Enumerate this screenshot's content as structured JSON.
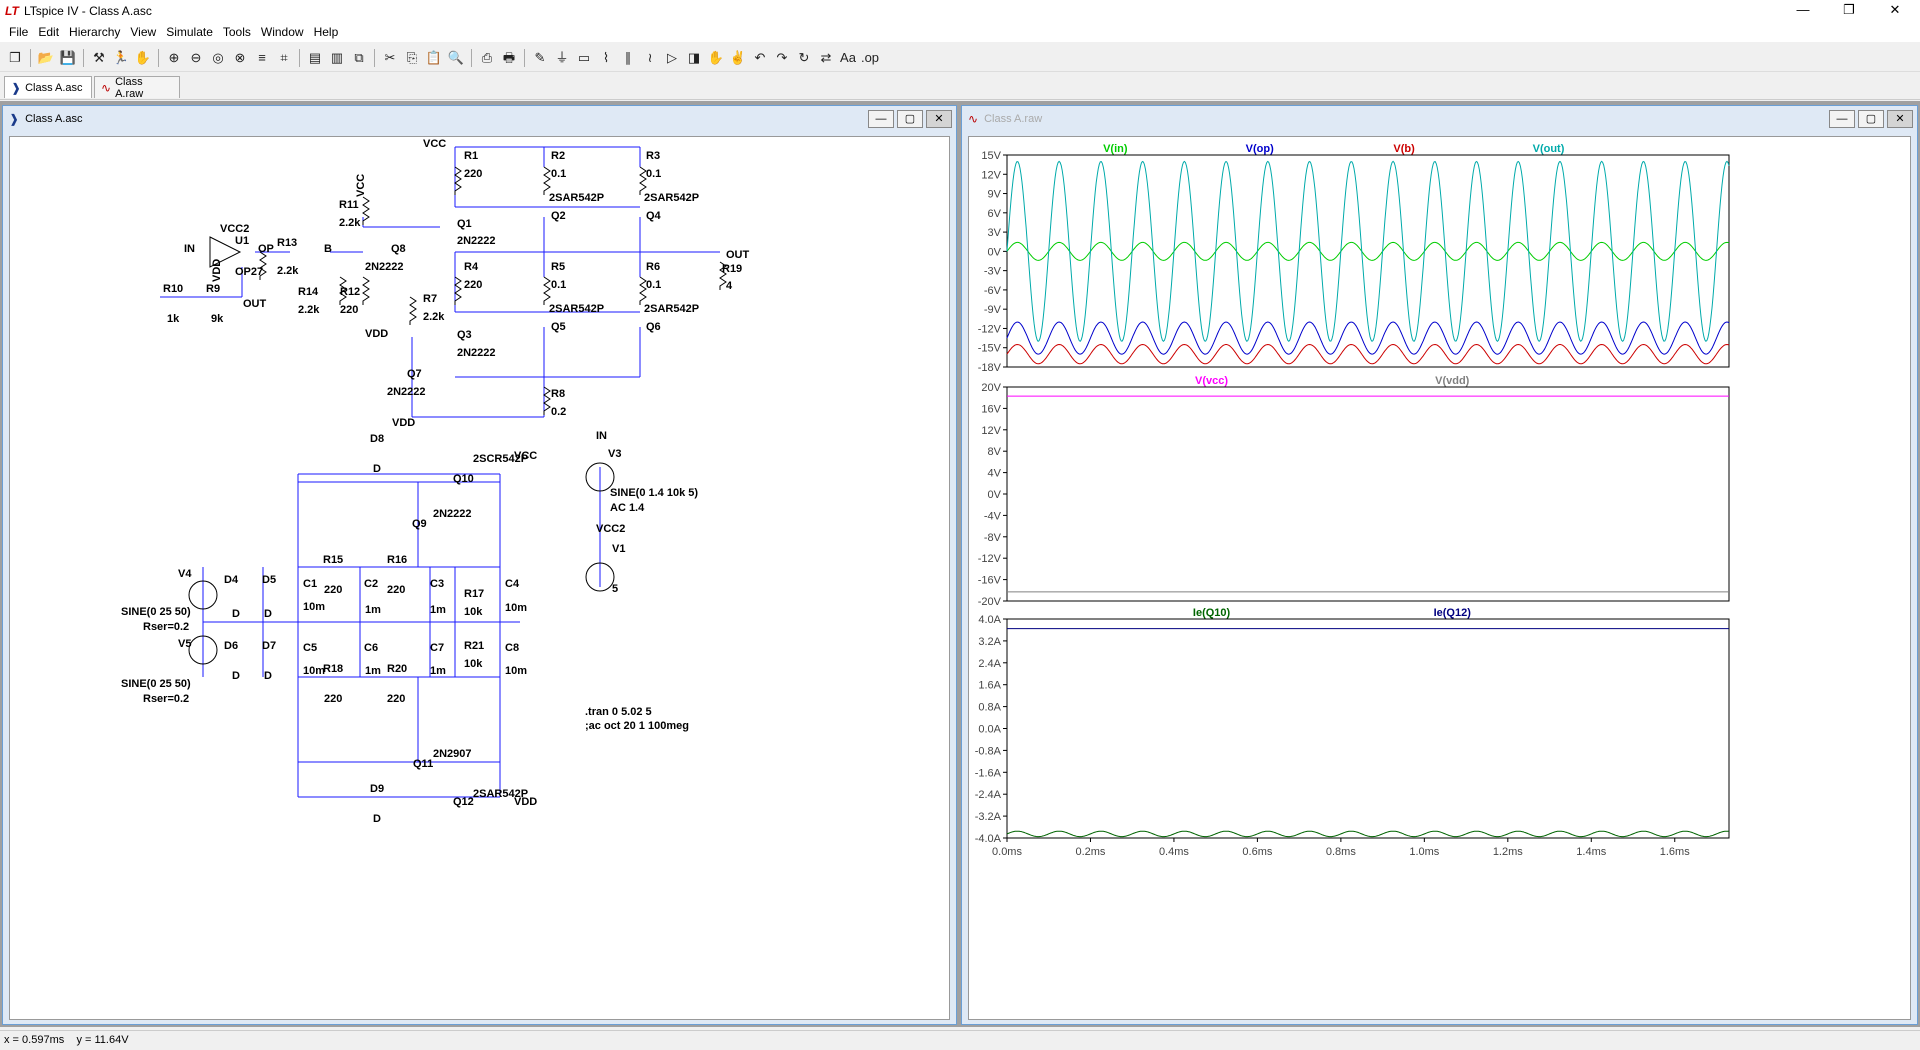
{
  "app": {
    "title": "LTspice IV - Class A.asc"
  },
  "menu": [
    "File",
    "Edit",
    "Hierarchy",
    "View",
    "Simulate",
    "Tools",
    "Window",
    "Help"
  ],
  "toolbar_icons": [
    "new-schematic-icon",
    "open-icon",
    "save-icon",
    "control-panel-icon",
    "run-icon",
    "halt-icon",
    "zoom-in-icon",
    "zoom-out-icon",
    "zoom-fit-icon",
    "zoom-cancel-icon",
    "autorange-icon",
    "grid-icon",
    "tile-horizontal-icon",
    "tile-vertical-icon",
    "cascade-icon",
    "cut-icon",
    "copy-icon",
    "paste-icon",
    "find-icon",
    "print-preview-icon",
    "print-icon",
    "wire-icon",
    "ground-icon",
    "label-icon",
    "resistor-icon",
    "capacitor-icon",
    "inductor-icon",
    "diode-icon",
    "component-icon",
    "move-icon",
    "drag-icon",
    "undo-icon",
    "redo-icon",
    "rotate-icon",
    "mirror-icon",
    "text-icon",
    "spice-directive-icon"
  ],
  "tabs": [
    {
      "label": "Class A.asc",
      "icon": "schematic-icon"
    },
    {
      "label": "Class A.raw",
      "icon": "waveform-icon"
    }
  ],
  "schematic_window": {
    "title": "Class A.asc"
  },
  "waveform_window": {
    "title": "Class A.raw"
  },
  "schematic": {
    "labels": [
      "VCC",
      "R1",
      "220",
      "R2",
      "0.1",
      "R3",
      "0.1",
      "2SAR542P",
      "Q2",
      "2SAR542P",
      "Q4",
      "Q1",
      "2N2222",
      "R4",
      "220",
      "R5",
      "0.1",
      "R6",
      "0.1",
      "OUT",
      "R19",
      "4",
      "2SAR542P",
      "Q5",
      "2SAR542P",
      "Q6",
      "R7",
      "2.2k",
      "Q3",
      "2N2222",
      "Q7",
      "2N2222",
      "VDD",
      "R8",
      "0.2",
      "VCC",
      "R11",
      "2.2k",
      "Q8",
      "2N2222",
      "R14",
      "2.2k",
      "R12",
      "220",
      "VDD",
      "B",
      "R13",
      "2.2k",
      "OP",
      "VCC2",
      "U1",
      "IN",
      "OP27",
      "VDD",
      "R10",
      "1k",
      "R9",
      "9k",
      "OUT",
      "VCC",
      "D8",
      "D",
      "Q10",
      "2SCR542P",
      "Q9",
      "2N2222",
      "V3",
      "IN",
      "SINE(0 1.4 10k 5)",
      "AC 1.4",
      "VCC2",
      "V1",
      "5",
      "V4",
      "SINE(0 25 50)",
      "Rser=0.2",
      "V5",
      "SINE(0 25 50)",
      "Rser=0.2",
      "D4",
      "D5",
      "D",
      "D",
      "D6",
      "D7",
      "D",
      "D",
      "C1",
      "10m",
      "R15",
      "220",
      "C2",
      "1m",
      "R16",
      "220",
      "C3",
      "1m",
      "R17",
      "10k",
      "C4",
      "10m",
      "C5",
      "10m",
      "R18",
      "220",
      "C6",
      "1m",
      "R20",
      "220",
      "C7",
      "1m",
      "R21",
      "10k",
      "C8",
      "10m",
      "Q11",
      "2N2907",
      "Q12",
      "2SAR542P",
      "D9",
      "D",
      "VDD",
      ".tran 0 5.02 5",
      ";ac oct 20 1 100meg"
    ]
  },
  "waveforms": {
    "pane1": {
      "traces": [
        {
          "name": "V(in)",
          "color": "#00cc00"
        },
        {
          "name": "V(op)",
          "color": "#0000cc"
        },
        {
          "name": "V(b)",
          "color": "#cc0000"
        },
        {
          "name": "V(out)",
          "color": "#00aaaa"
        }
      ],
      "yticks": [
        "15V",
        "12V",
        "9V",
        "6V",
        "3V",
        "0V",
        "-3V",
        "-6V",
        "-9V",
        "-12V",
        "-15V",
        "-18V"
      ]
    },
    "pane2": {
      "traces": [
        {
          "name": "V(vcc)",
          "color": "#ff00ff"
        },
        {
          "name": "V(vdd)",
          "color": "#808080"
        }
      ],
      "yticks": [
        "20V",
        "16V",
        "12V",
        "8V",
        "4V",
        "0V",
        "-4V",
        "-8V",
        "-12V",
        "-16V",
        "-20V"
      ]
    },
    "pane3": {
      "traces": [
        {
          "name": "Ie(Q10)",
          "color": "#006400"
        },
        {
          "name": "Ie(Q12)",
          "color": "#000080"
        }
      ],
      "yticks": [
        "4.0A",
        "3.2A",
        "2.4A",
        "1.6A",
        "0.8A",
        "0.0A",
        "-0.8A",
        "-1.6A",
        "-2.4A",
        "-3.2A",
        "-4.0A"
      ]
    },
    "xticks": [
      "0.0ms",
      "0.2ms",
      "0.4ms",
      "0.6ms",
      "0.8ms",
      "1.0ms",
      "1.2ms",
      "1.4ms",
      "1.6ms"
    ]
  },
  "chart_data": [
    {
      "type": "line",
      "x_label": "",
      "xlim": [
        0,
        1.73
      ],
      "x_unit": "ms",
      "ylim": [
        -18,
        15
      ],
      "series": [
        {
          "name": "V(in)",
          "amplitude": 1.4,
          "frequency_khz": 10,
          "offset": 0
        },
        {
          "name": "V(op)",
          "amplitude": 2.5,
          "frequency_khz": 10,
          "offset": -13.5
        },
        {
          "name": "V(b)",
          "amplitude": 1.5,
          "frequency_khz": 10,
          "offset": -16
        },
        {
          "name": "V(out)",
          "amplitude": 14,
          "frequency_khz": 10,
          "offset": 0
        }
      ]
    },
    {
      "type": "line",
      "xlim": [
        0,
        1.73
      ],
      "x_unit": "ms",
      "ylim": [
        -20,
        20
      ],
      "series": [
        {
          "name": "V(vcc)",
          "value": 18.3
        },
        {
          "name": "V(vdd)",
          "value": -18.3
        }
      ]
    },
    {
      "type": "line",
      "xlim": [
        0,
        1.73
      ],
      "x_unit": "ms",
      "ylim": [
        -4,
        4
      ],
      "series": [
        {
          "name": "Ie(Q10)",
          "value": -3.85,
          "ripple": 0.1
        },
        {
          "name": "Ie(Q12)",
          "value": 3.65
        }
      ]
    }
  ],
  "status": {
    "text": "x = 0.597ms    y = 11.64V"
  }
}
